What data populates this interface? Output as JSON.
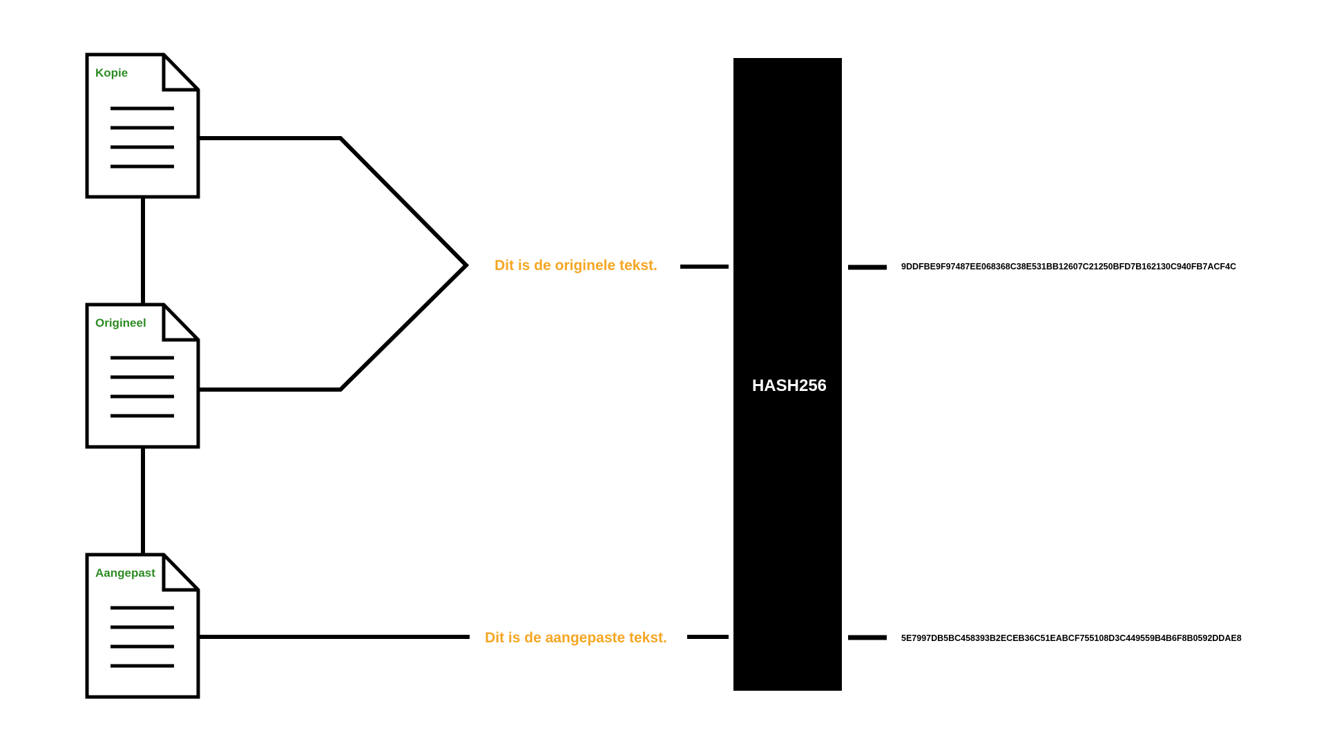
{
  "documents": {
    "copy_label": "Kopie",
    "original_label": "Origineel",
    "modified_label": "Aangepast"
  },
  "inputs": {
    "original_text": "Dit is de originele tekst.",
    "modified_text": "Dit is de aangepaste tekst."
  },
  "hash_function": {
    "label": "HASH256"
  },
  "outputs": {
    "original_hash": "9DDFBE9F97487EE068368C38E531BB12607C21250BFD7B162130C940FB7ACF4C",
    "modified_hash": "5E7997DB5BC458393B2ECEB36C51EABCF755108D3C449559B4B6F8B0592DDAE8"
  },
  "colors": {
    "stroke": "#000000",
    "doc_label": "#2e8b24",
    "input_text": "#f5a623",
    "hash_box": "#000000",
    "hash_label": "#ffffff"
  },
  "icons": {
    "document": "document-icon"
  }
}
